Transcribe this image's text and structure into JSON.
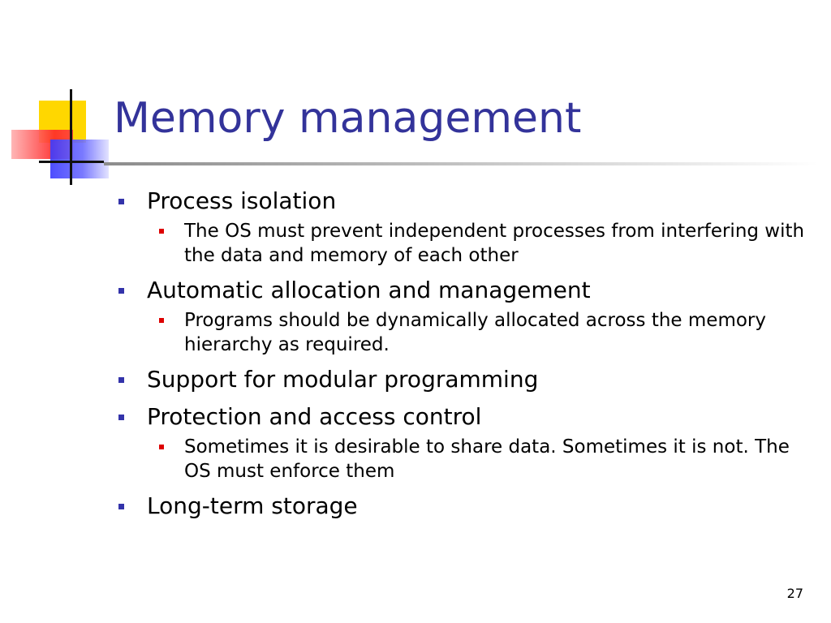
{
  "slide": {
    "title": "Memory management",
    "bullets": [
      {
        "text": "Process isolation",
        "sub": [
          "The OS must prevent independent processes from interfering with the data and memory of each other"
        ]
      },
      {
        "text": "Automatic allocation and management",
        "sub": [
          "Programs should be dynamically allocated across the memory hierarchy as required."
        ]
      },
      {
        "text": "Support for modular programming",
        "sub": []
      },
      {
        "text": "Protection and access control",
        "sub": [
          "Sometimes it is desirable to share data. Sometimes it is not. The OS must enforce them"
        ]
      },
      {
        "text": "Long-term storage",
        "sub": []
      }
    ],
    "page_number": "27"
  },
  "colors": {
    "title": "#33339a",
    "bullet_level1": "#3333aa",
    "bullet_level2": "#dd0000"
  }
}
